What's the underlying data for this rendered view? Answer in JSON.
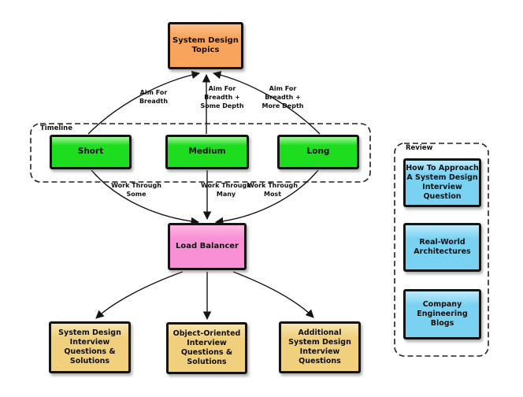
{
  "groups": {
    "timeline": {
      "label": "Timeline"
    },
    "review": {
      "label": "Review"
    }
  },
  "nodes": {
    "topics": {
      "label": "System Design\nTopics",
      "color": "#f8a45c"
    },
    "short": {
      "label": "Short",
      "color": "#1edc1e"
    },
    "medium": {
      "label": "Medium",
      "color": "#1edc1e"
    },
    "long": {
      "label": "Long",
      "color": "#1edc1e"
    },
    "load_balancer": {
      "label": "Load Balancer",
      "color": "#f98fd5"
    },
    "sd_questions": {
      "label": "System Design\nInterview\nQuestions &\nSolutions",
      "color": "#f0cf7d"
    },
    "oo_questions": {
      "label": "Object-Oriented\nInterview\nQuestions &\nSolutions",
      "color": "#f0cf7d"
    },
    "additional_questions": {
      "label": "Additional\nSystem Design\nInterview\nQuestions",
      "color": "#f0cf7d"
    },
    "how_to_approach": {
      "label": "How To Approach\nA System Design\nInterview\nQuestion",
      "color": "#79d2f2"
    },
    "real_world": {
      "label": "Real-World\nArchitectures",
      "color": "#79d2f2"
    },
    "eng_blogs": {
      "label": "Company\nEngineering\nBlogs",
      "color": "#79d2f2"
    }
  },
  "edge_labels": {
    "aim_breadth": {
      "label": "Aim For\nBreadth"
    },
    "aim_some_depth": {
      "label": "Aim For\nBreadth +\nSome Depth"
    },
    "aim_more_depth": {
      "label": "Aim For\nBreadth +\nMore Depth"
    },
    "work_some": {
      "label": "Work Through\nSome"
    },
    "work_many": {
      "label": "Work Through\nMany"
    },
    "work_most": {
      "label": "Work Through\nMost"
    }
  },
  "edge_stroke_color": "#141414"
}
